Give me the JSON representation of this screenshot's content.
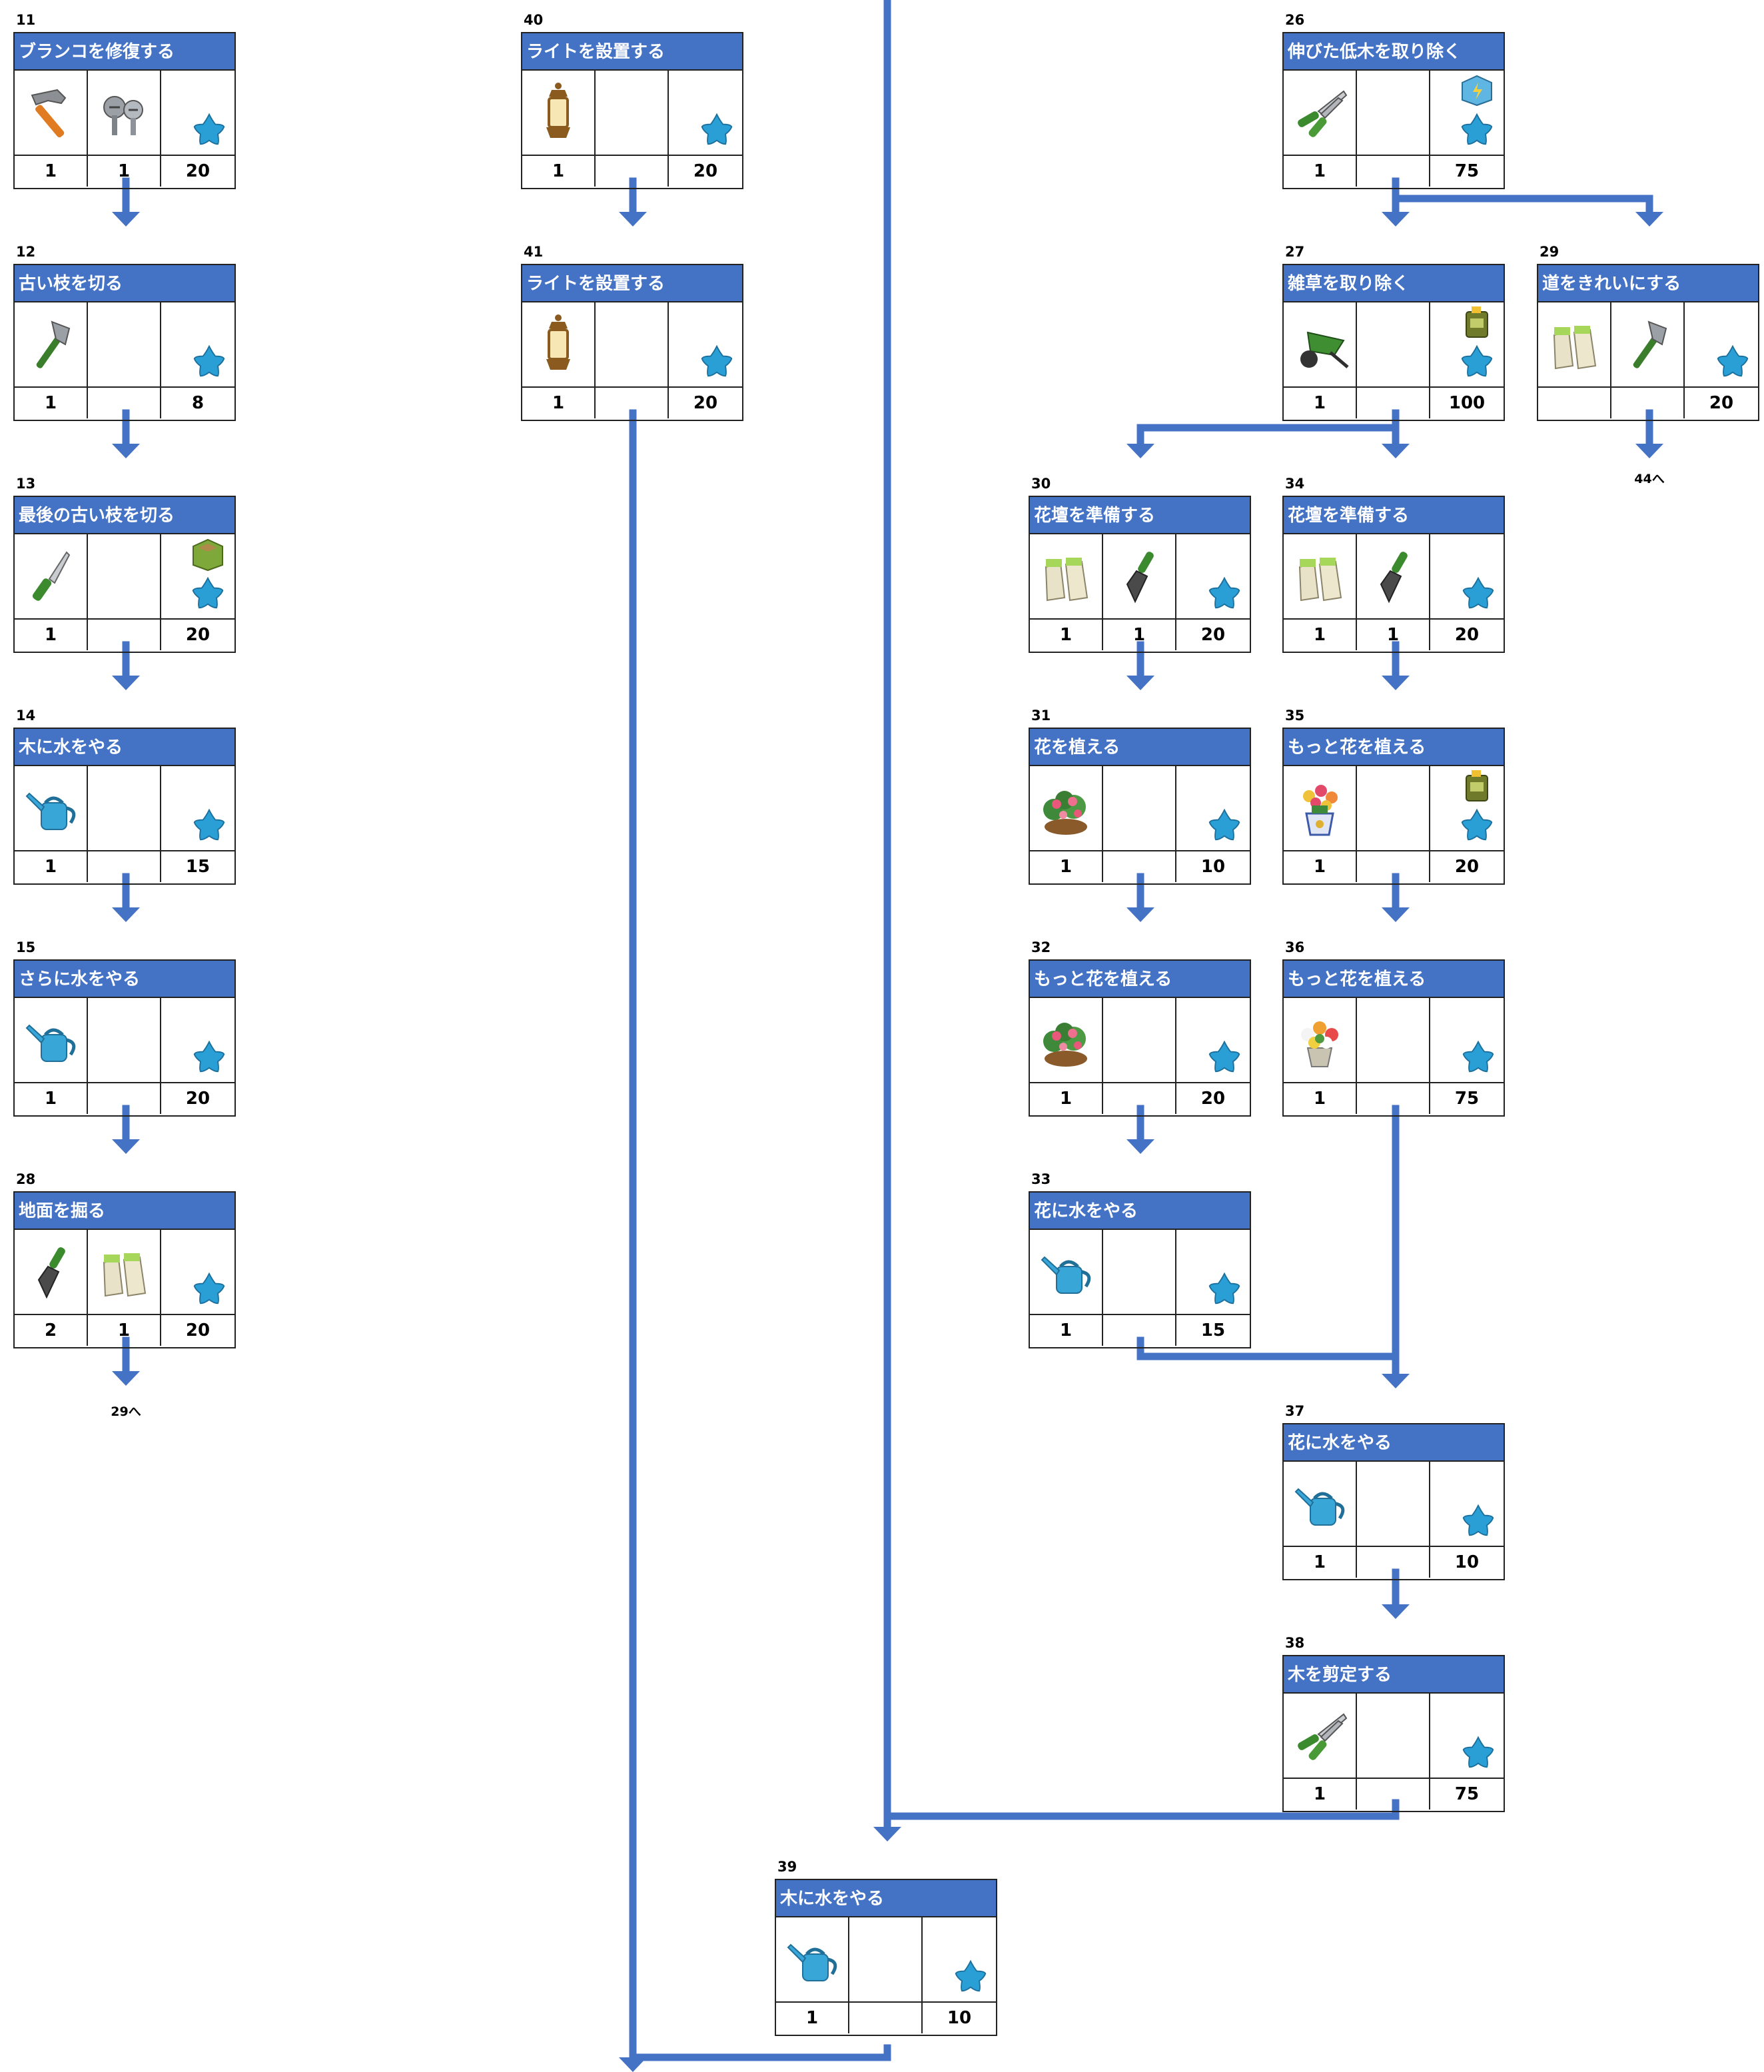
{
  "tasks": [
    {
      "id": "t11",
      "num": "11",
      "title": "ブランコを修復する",
      "items": [
        {
          "icon": "hammer-icon",
          "count": "1"
        },
        {
          "icon": "screws-icon",
          "count": "1"
        }
      ],
      "reward": {
        "bonus": null,
        "stars": "20"
      }
    },
    {
      "id": "t12",
      "num": "12",
      "title": "古い枝を切る",
      "items": [
        {
          "icon": "axe-icon",
          "count": "1"
        },
        null
      ],
      "reward": {
        "bonus": null,
        "stars": "8"
      }
    },
    {
      "id": "t13",
      "num": "13",
      "title": "最後の古い枝を切る",
      "items": [
        {
          "icon": "knife-icon",
          "count": "1"
        },
        null
      ],
      "reward": {
        "bonus": "crate-icon",
        "stars": "20"
      }
    },
    {
      "id": "t14",
      "num": "14",
      "title": "木に水をやる",
      "items": [
        {
          "icon": "watering-can-icon",
          "count": "1"
        },
        null
      ],
      "reward": {
        "bonus": null,
        "stars": "15"
      }
    },
    {
      "id": "t15",
      "num": "15",
      "title": "さらに水をやる",
      "items": [
        {
          "icon": "watering-can-icon",
          "count": "1"
        },
        null
      ],
      "reward": {
        "bonus": null,
        "stars": "20"
      }
    },
    {
      "id": "t28",
      "num": "28",
      "title": "地面を掘る",
      "items": [
        {
          "icon": "trowel-icon",
          "count": "2"
        },
        {
          "icon": "gloves-icon",
          "count": "1"
        }
      ],
      "reward": {
        "bonus": null,
        "stars": "20"
      }
    },
    {
      "id": "t40",
      "num": "40",
      "title": "ライトを設置する",
      "items": [
        {
          "icon": "lantern-icon",
          "count": "1"
        },
        null
      ],
      "reward": {
        "bonus": null,
        "stars": "20"
      }
    },
    {
      "id": "t41",
      "num": "41",
      "title": "ライトを設置する",
      "items": [
        {
          "icon": "lantern-icon",
          "count": "1"
        },
        null
      ],
      "reward": {
        "bonus": null,
        "stars": "20"
      }
    },
    {
      "id": "t39",
      "num": "39",
      "title": "木に水をやる",
      "items": [
        {
          "icon": "watering-can-icon",
          "count": "1"
        },
        null
      ],
      "reward": {
        "bonus": null,
        "stars": "10"
      }
    },
    {
      "id": "t30",
      "num": "30",
      "title": "花壇を準備する",
      "items": [
        {
          "icon": "gloves-icon",
          "count": "1"
        },
        {
          "icon": "trowel-icon",
          "count": "1"
        }
      ],
      "reward": {
        "bonus": null,
        "stars": "20"
      }
    },
    {
      "id": "t31",
      "num": "31",
      "title": "花を植える",
      "items": [
        {
          "icon": "flower-bush-icon",
          "count": "1"
        },
        null
      ],
      "reward": {
        "bonus": null,
        "stars": "10"
      }
    },
    {
      "id": "t32",
      "num": "32",
      "title": "もっと花を植える",
      "items": [
        {
          "icon": "flower-bush-icon",
          "count": "1"
        },
        null
      ],
      "reward": {
        "bonus": null,
        "stars": "20"
      }
    },
    {
      "id": "t33",
      "num": "33",
      "title": "花に水をやる",
      "items": [
        {
          "icon": "watering-can-icon",
          "count": "1"
        },
        null
      ],
      "reward": {
        "bonus": null,
        "stars": "15"
      }
    },
    {
      "id": "t26",
      "num": "26",
      "title": "伸びた低木を取り除く",
      "items": [
        {
          "icon": "shears-icon",
          "count": "1"
        },
        null
      ],
      "reward": {
        "bonus": "energy-box-icon",
        "stars": "75"
      }
    },
    {
      "id": "t27",
      "num": "27",
      "title": "雑草を取り除く",
      "items": [
        {
          "icon": "wheelbarrow-icon",
          "count": "1"
        },
        null
      ],
      "reward": {
        "bonus": "fuel-can-icon",
        "stars": "100"
      }
    },
    {
      "id": "t34",
      "num": "34",
      "title": "花壇を準備する",
      "items": [
        {
          "icon": "gloves-icon",
          "count": "1"
        },
        {
          "icon": "trowel-icon",
          "count": "1"
        }
      ],
      "reward": {
        "bonus": null,
        "stars": "20"
      }
    },
    {
      "id": "t35",
      "num": "35",
      "title": "もっと花を植える",
      "items": [
        {
          "icon": "flower-pot-icon",
          "count": "1"
        },
        null
      ],
      "reward": {
        "bonus": "fuel-can-icon",
        "stars": "20"
      }
    },
    {
      "id": "t36",
      "num": "36",
      "title": "もっと花を植える",
      "items": [
        {
          "icon": "flower-bouquet-icon",
          "count": "1"
        },
        null
      ],
      "reward": {
        "bonus": null,
        "stars": "75"
      }
    },
    {
      "id": "t37",
      "num": "37",
      "title": "花に水をやる",
      "items": [
        {
          "icon": "watering-can-icon",
          "count": "1"
        },
        null
      ],
      "reward": {
        "bonus": null,
        "stars": "10"
      }
    },
    {
      "id": "t38",
      "num": "38",
      "title": "木を剪定する",
      "items": [
        {
          "icon": "shears-icon",
          "count": "1"
        },
        null
      ],
      "reward": {
        "bonus": null,
        "stars": "75"
      }
    },
    {
      "id": "t29",
      "num": "29",
      "title": "道をきれいにする",
      "items": [
        {
          "icon": "gloves-icon",
          "count": ""
        },
        {
          "icon": "axe-icon",
          "count": ""
        }
      ],
      "reward": {
        "bonus": null,
        "stars": "20"
      }
    }
  ],
  "goto_labels": [
    {
      "id": "g29",
      "text": "29へ"
    },
    {
      "id": "g44",
      "text": "44へ"
    }
  ],
  "colors": {
    "header": "#4472c4",
    "arrow": "#4472c4",
    "star": "#2a9fd6"
  }
}
